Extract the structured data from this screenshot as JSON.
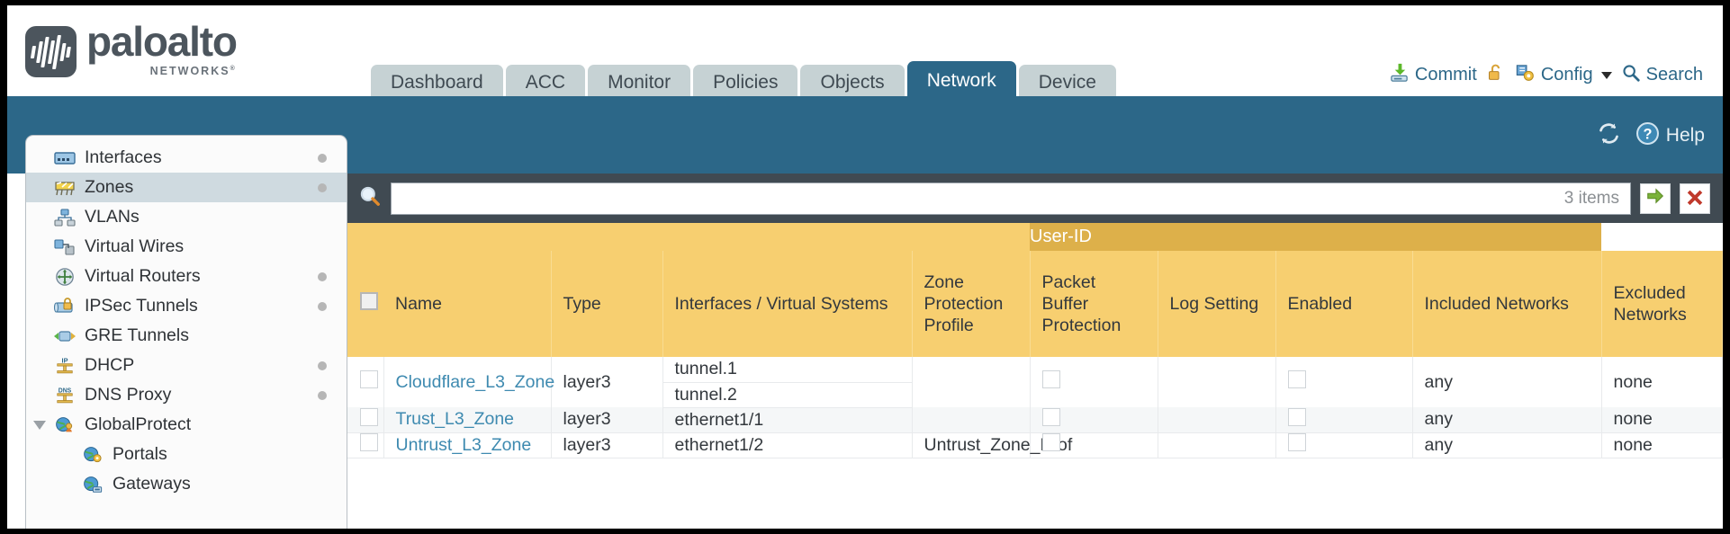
{
  "brand": {
    "name": "paloalto",
    "tagline": "NETWORKS",
    "registered": "®"
  },
  "nav": {
    "tabs": [
      {
        "label": "Dashboard",
        "active": false
      },
      {
        "label": "ACC",
        "active": false
      },
      {
        "label": "Monitor",
        "active": false
      },
      {
        "label": "Policies",
        "active": false
      },
      {
        "label": "Objects",
        "active": false
      },
      {
        "label": "Network",
        "active": true
      },
      {
        "label": "Device",
        "active": false
      }
    ]
  },
  "top_actions": {
    "commit": "Commit",
    "config": "Config",
    "search": "Search",
    "lock_icon": "unlock-icon",
    "commit_icon": "commit-download-icon",
    "config_icon": "config-wrench-icon",
    "search_icon": "search-magnifier-icon",
    "caret_icon": "chevron-down-icon"
  },
  "band": {
    "refresh_icon": "refresh-icon",
    "help_icon": "help-question-icon",
    "help_label": "Help"
  },
  "sidebar": {
    "items": [
      {
        "label": "Interfaces",
        "icon": "interfaces-icon",
        "dot": true,
        "selected": false,
        "indent": false,
        "twisty": false
      },
      {
        "label": "Zones",
        "icon": "zones-icon",
        "dot": true,
        "selected": true,
        "indent": false,
        "twisty": false
      },
      {
        "label": "VLANs",
        "icon": "vlans-icon",
        "dot": false,
        "selected": false,
        "indent": false,
        "twisty": false
      },
      {
        "label": "Virtual Wires",
        "icon": "virtual-wires-icon",
        "dot": false,
        "selected": false,
        "indent": false,
        "twisty": false
      },
      {
        "label": "Virtual Routers",
        "icon": "virtual-routers-icon",
        "dot": true,
        "selected": false,
        "indent": false,
        "twisty": false
      },
      {
        "label": "IPSec Tunnels",
        "icon": "ipsec-tunnels-icon",
        "dot": true,
        "selected": false,
        "indent": false,
        "twisty": false
      },
      {
        "label": "GRE Tunnels",
        "icon": "gre-tunnels-icon",
        "dot": false,
        "selected": false,
        "indent": false,
        "twisty": false
      },
      {
        "label": "DHCP",
        "icon": "dhcp-icon",
        "dot": true,
        "selected": false,
        "indent": false,
        "twisty": false
      },
      {
        "label": "DNS Proxy",
        "icon": "dns-proxy-icon",
        "dot": true,
        "selected": false,
        "indent": false,
        "twisty": false
      },
      {
        "label": "GlobalProtect",
        "icon": "globalprotect-icon",
        "dot": false,
        "selected": false,
        "indent": false,
        "twisty": true
      },
      {
        "label": "Portals",
        "icon": "portals-icon",
        "dot": false,
        "selected": false,
        "indent": true,
        "twisty": false
      },
      {
        "label": "Gateways",
        "icon": "gateways-icon",
        "dot": false,
        "selected": false,
        "indent": true,
        "twisty": false
      }
    ]
  },
  "search": {
    "value": "",
    "placeholder": "",
    "items_count": "3 items",
    "apply_icon": "green-arrow-icon",
    "clear_icon": "red-x-icon",
    "magnifier_icon": "search-magnifier-icon"
  },
  "table": {
    "group_header": "User-ID",
    "columns": [
      "Name",
      "Type",
      "Interfaces / Virtual Systems",
      "Zone Protection Profile",
      "Packet Buffer Protection",
      "Log Setting",
      "Enabled",
      "Included Networks",
      "Excluded Networks"
    ],
    "rows": [
      {
        "name": "Cloudflare_L3_Zone",
        "type": "layer3",
        "interfaces": [
          "tunnel.1",
          "tunnel.2"
        ],
        "zone_protection_profile": "",
        "packet_buffer_protection": false,
        "log_setting": "",
        "userid_enabled": false,
        "included_networks": "any",
        "excluded_networks": "none"
      },
      {
        "name": "Trust_L3_Zone",
        "type": "layer3",
        "interfaces": [
          "ethernet1/1"
        ],
        "zone_protection_profile": "",
        "packet_buffer_protection": false,
        "log_setting": "",
        "userid_enabled": false,
        "included_networks": "any",
        "excluded_networks": "none"
      },
      {
        "name": "Untrust_L3_Zone",
        "type": "layer3",
        "interfaces": [
          "ethernet1/2"
        ],
        "zone_protection_profile": "Untrust_Zone_Prof",
        "packet_buffer_protection": false,
        "log_setting": "",
        "userid_enabled": false,
        "included_networks": "any",
        "excluded_networks": "none"
      }
    ]
  },
  "colors": {
    "brand_slate": "#4c555d",
    "accent_blue": "#2c6788",
    "tab_grey": "#c6d2d4",
    "header_gold": "#f7cf70",
    "group_gold": "#ddb04a",
    "link_blue": "#3e8ab0",
    "panel_dark": "#404a52"
  }
}
